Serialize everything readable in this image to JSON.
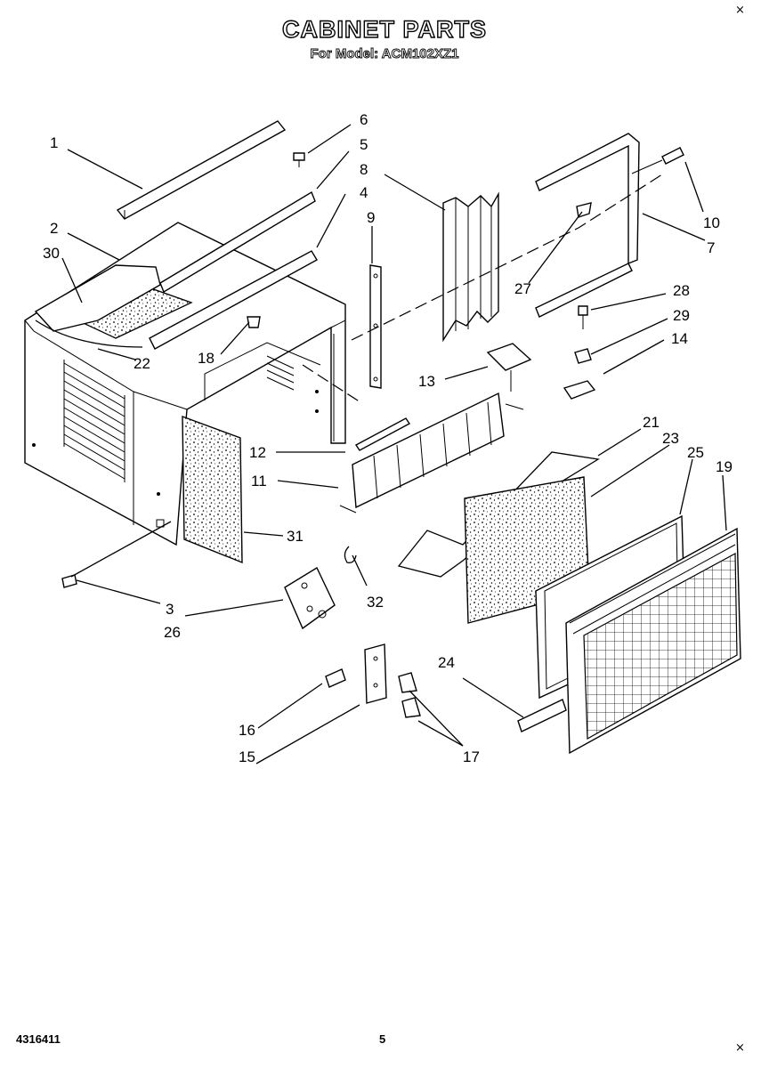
{
  "header": {
    "title": "CABINET PARTS",
    "subtitle": "For Model: ACM102XZ1"
  },
  "footer": {
    "doc_number": "4316411",
    "page_number": "5"
  },
  "callouts": [
    "1",
    "2",
    "3",
    "4",
    "5",
    "6",
    "7",
    "8",
    "9",
    "10",
    "11",
    "12",
    "13",
    "14",
    "15",
    "16",
    "17",
    "18",
    "19",
    "21",
    "22",
    "23",
    "24",
    "25",
    "26",
    "27",
    "28",
    "29",
    "30",
    "31",
    "32"
  ]
}
